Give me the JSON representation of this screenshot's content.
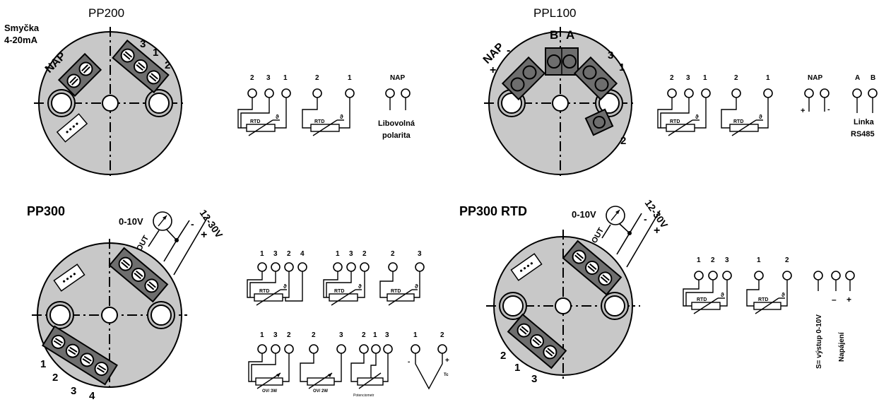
{
  "pp200": {
    "title": "PP200",
    "loop_label_1": "Smyčka",
    "loop_label_2": "4-20mA",
    "nap": "NAP",
    "t1": "1",
    "t2": "2",
    "t3": "3",
    "w1": {
      "a": "2",
      "b": "3",
      "c": "1",
      "rtd": "RTD",
      "theta": "ϑ"
    },
    "w2": {
      "a": "2",
      "b": "1",
      "rtd": "RTD",
      "theta": "ϑ"
    },
    "w3": {
      "nap": "NAP",
      "note1": "Libovolná",
      "note2": "polarita"
    }
  },
  "ppl100": {
    "title": "PPL100",
    "b": "B",
    "a": "A",
    "nap": "NAP",
    "plus": "+",
    "minus": "-",
    "t1": "1",
    "t2": "2",
    "t3": "3",
    "w1": {
      "a": "2",
      "b": "3",
      "c": "1",
      "rtd": "RTD",
      "theta": "ϑ"
    },
    "w2": {
      "a": "2",
      "b": "1",
      "rtd": "RTD",
      "theta": "ϑ"
    },
    "w3": {
      "nap": "NAP",
      "plus": "+",
      "minus": "-"
    },
    "w4": {
      "a": "A",
      "b": "B",
      "note1": "Linka",
      "note2": "RS485"
    }
  },
  "pp300": {
    "title": "PP300",
    "v010": "0-10V",
    "out": "OUT",
    "supply": "12-30V",
    "minus": "-",
    "plus": "+",
    "t1": "1",
    "t2": "2",
    "t3": "3",
    "t4": "4",
    "r1": {
      "a": "1",
      "b": "3",
      "c": "2",
      "d": "4",
      "rtd": "RTD",
      "theta": "ϑ"
    },
    "r2": {
      "a": "1",
      "b": "3",
      "c": "2",
      "rtd": "RTD",
      "theta": "ϑ"
    },
    "r3": {
      "a": "2",
      "b": "3",
      "rtd": "RTD",
      "theta": "ϑ"
    },
    "o1": {
      "a": "1",
      "b": "3",
      "c": "2",
      "cap": "OV/ 3W"
    },
    "o2": {
      "a": "2",
      "b": "3",
      "cap": "OV/ 2W"
    },
    "o3": {
      "a": "2",
      "b": "1",
      "c": "3",
      "cap": "Potenciometr"
    },
    "tc": {
      "a": "1",
      "b": "2",
      "minus": "-",
      "plus": "+",
      "cap": "Tc"
    }
  },
  "pp300rtd": {
    "title": "PP300 RTD",
    "v010": "0-10V",
    "out": "OUT",
    "supply": "12-30V",
    "minus": "–",
    "plus": "+",
    "t1": "1",
    "t2": "2",
    "t3": "3",
    "r1": {
      "a": "1",
      "b": "2",
      "c": "3",
      "rtd": "RTD",
      "theta": "ϑ"
    },
    "r2": {
      "a": "1",
      "b": "2",
      "rtd": "RTD",
      "theta": "ϑ"
    },
    "out_label": "S= výstup 0-10V",
    "pwr_label": "Napájení"
  }
}
